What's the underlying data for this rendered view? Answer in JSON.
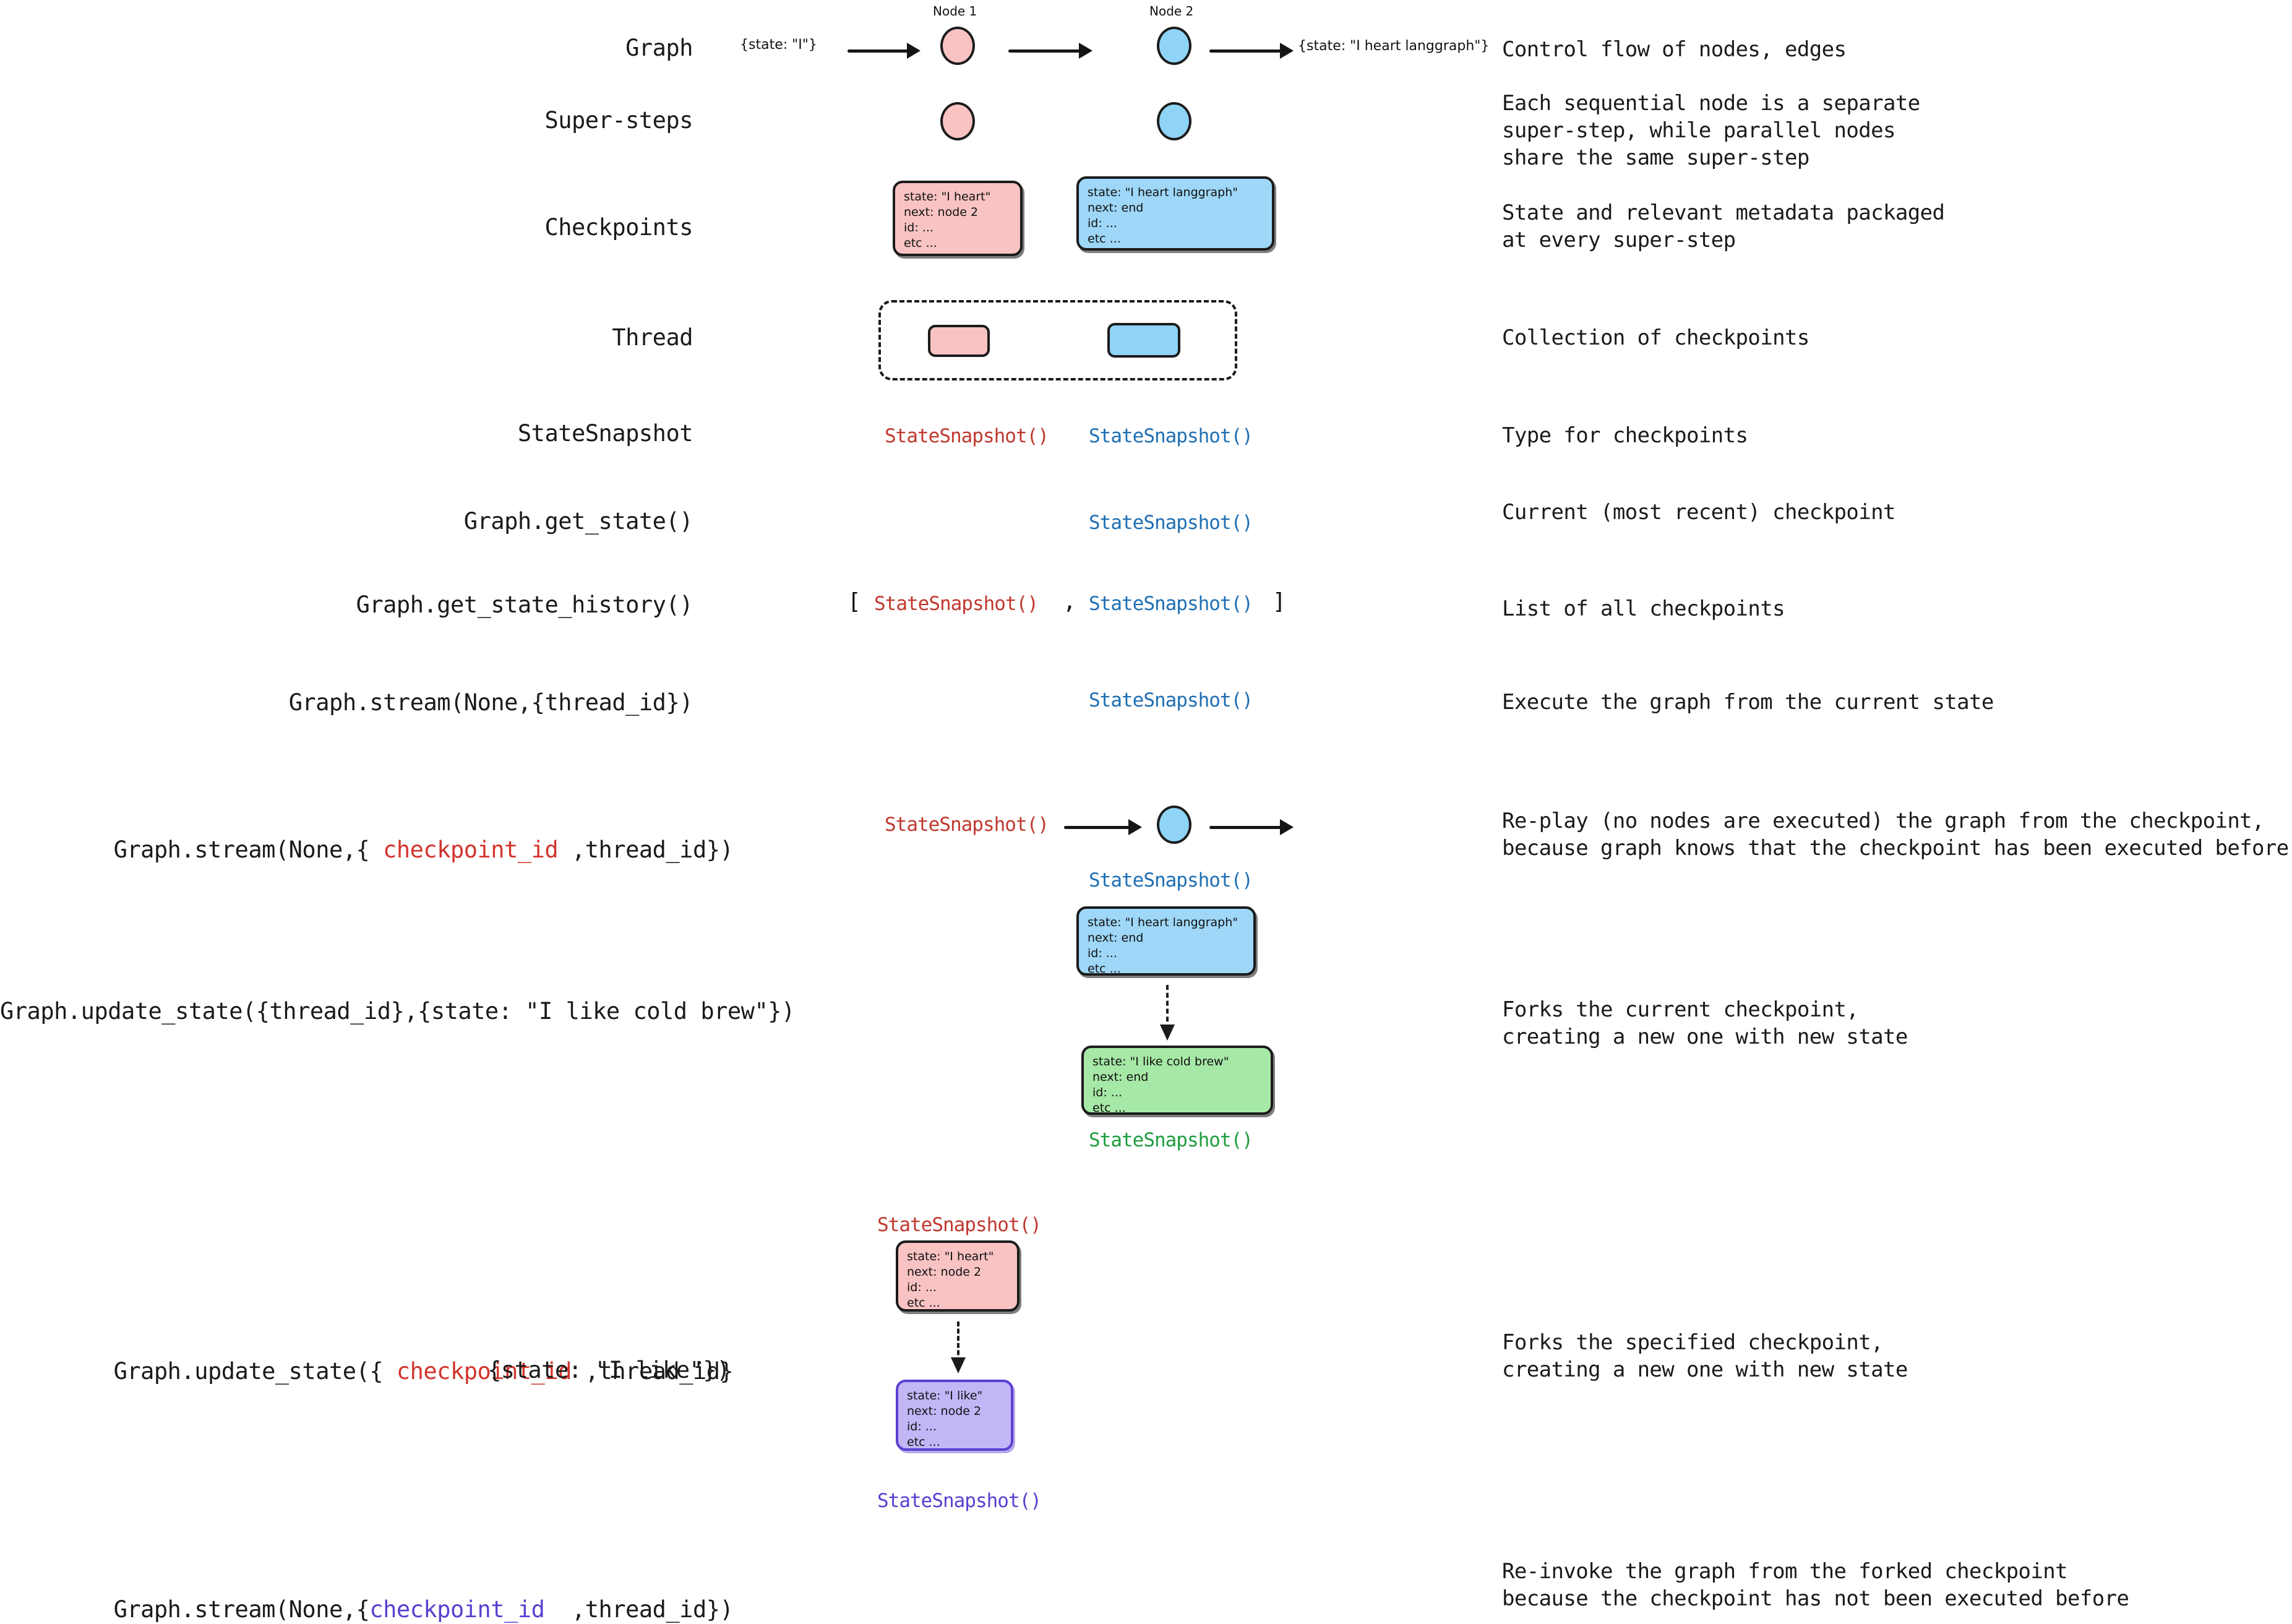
{
  "rows": [
    {
      "label": "Graph",
      "desc": "Control flow of nodes, edges"
    },
    {
      "label": "Super-steps",
      "desc": "Each sequential node is a separate\nsuper-step, while parallel nodes\nshare the same super-step"
    },
    {
      "label": "Checkpoints",
      "desc": "State and relevant metadata packaged\nat every super-step"
    },
    {
      "label": "Thread",
      "desc": "Collection of checkpoints"
    },
    {
      "label": "StateSnapshot",
      "desc": "Type for checkpoints"
    },
    {
      "label": "Graph.get_state()",
      "desc": "Current (most recent) checkpoint"
    },
    {
      "label": "Graph.get_state_history()",
      "desc": "List of all checkpoints"
    },
    {
      "label": "Graph.stream(None,{thread_id})",
      "desc": "Execute the graph from the current state"
    },
    {
      "label": "Graph.stream(None,{ checkpoint_id ,thread_id})",
      "desc": "Re-play (no nodes are executed) the graph from the checkpoint,\nbecause graph knows that the checkpoint has been executed before"
    },
    {
      "label": "Graph.update_state({thread_id},{state: \"I like cold brew\"})",
      "desc": "Forks the current checkpoint,\ncreating a new one with new state"
    },
    {
      "label": "Graph.update_state({ checkpoint_id ,thread_id}\n{state: \"I like\"})",
      "desc": "Forks the specified checkpoint,\ncreating a new one with new state"
    },
    {
      "label": "Graph.stream(None,{checkpoint_id  ,thread_id})",
      "desc": "Re-invoke the graph from the forked checkpoint\nbecause the checkpoint has not been executed before"
    }
  ],
  "labels": {
    "graph": "Graph",
    "super_steps": "Super-steps",
    "checkpoints": "Checkpoints",
    "thread": "Thread",
    "statesnapshot": "StateSnapshot",
    "get_state": "Graph.get_state()",
    "get_state_history": "Graph.get_state_history()",
    "stream_thread": "Graph.stream(None,{thread_id})",
    "stream_ckpt_pre": "Graph.stream(None,{ ",
    "stream_ckpt_tok": "checkpoint_id",
    "stream_ckpt_post": " ,thread_id})",
    "update_state_thread": "Graph.update_state({thread_id},{state: \"I like cold brew\"})",
    "update_state_ckpt_pre": "Graph.update_state({ ",
    "update_state_ckpt_tok": "checkpoint_id",
    "update_state_ckpt_post": " ,thread_id}",
    "update_state_ckpt_line2": "{state: \"I like\"})",
    "stream_forked_pre": "Graph.stream(None,{",
    "stream_forked_tok": "checkpoint_id",
    "stream_forked_post": "  ,thread_id})"
  },
  "descriptions": {
    "graph": "Control flow of nodes, edges",
    "super_steps_l1": "Each sequential node is a separate",
    "super_steps_l2": "super-step, while parallel nodes",
    "super_steps_l3": "share the same super-step",
    "checkpoints_l1": "State and relevant metadata packaged",
    "checkpoints_l2": "at every super-step",
    "thread": "Collection of checkpoints",
    "statesnapshot": "Type for checkpoints",
    "get_state": "Current (most recent) checkpoint",
    "get_state_history": "List of all checkpoints",
    "stream_thread": "Execute the graph from the current state",
    "replay_l1": "Re-play (no nodes are executed) the graph from the checkpoint,",
    "replay_l2": "because graph knows that the checkpoint has been executed before",
    "fork_current_l1": "Forks the current checkpoint,",
    "fork_current_l2": "creating a new one with new state",
    "fork_specified_l1": "Forks the specified checkpoint,",
    "fork_specified_l2": "creating a new one with new state",
    "reinvoke_l1": "Re-invoke the graph from the forked checkpoint",
    "reinvoke_l2": "because the checkpoint has not been executed before"
  },
  "diagram": {
    "node1_caption": "Node 1",
    "node2_caption": "Node 2",
    "input_state": "{state: \"I\"}",
    "output_state": "{state: \"I heart langgraph\"}",
    "snapshot_call": "StateSnapshot()",
    "bracket_open": "[",
    "bracket_close": "]",
    "comma": ","
  },
  "checkpoint_boxes": {
    "pink_heart": {
      "state": "state: \"I heart\"",
      "next": "next: node 2",
      "id": "id: ...",
      "etc": "etc ..."
    },
    "blue_langgraph": {
      "state": "state: \"I heart langgraph\"",
      "next": "next: end",
      "id": "id: ...",
      "etc": "etc ..."
    },
    "green_coldbrew": {
      "state": "state: \"I like cold brew\"",
      "next": "next: end",
      "id": "id: ...",
      "etc": "etc ..."
    },
    "purple_ilike": {
      "state": "state: \"I like\"",
      "next": "next: node 2",
      "id": "id: ...",
      "etc": "etc ..."
    }
  },
  "colors": {
    "pink": "#f9c3c3",
    "blue": "#8fd3f7",
    "box_blue": "#9ed7f7",
    "green": "#a6e8a6",
    "purple": "#c3b6f7",
    "red_text": "#c0392f",
    "blue_text": "#1f6fb4",
    "green_text": "#1f9d3f",
    "purple_text": "#5b3fd0",
    "token_red": "#d1342c",
    "stroke": "#1b1b1b"
  }
}
